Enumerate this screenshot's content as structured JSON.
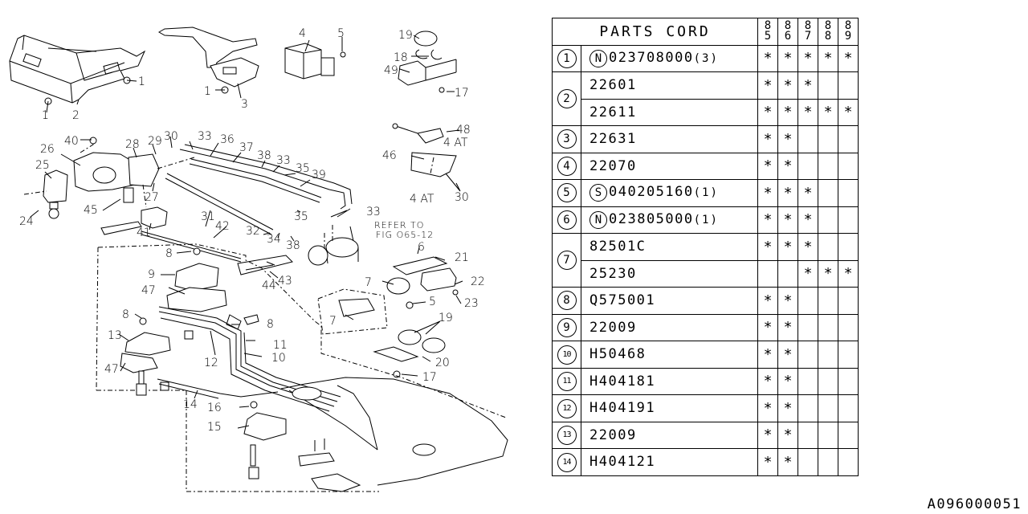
{
  "diagram": {
    "callouts": [
      "1",
      "1",
      "2",
      "1",
      "3",
      "4",
      "5",
      "19",
      "18",
      "49",
      "17",
      "48",
      "4 AT",
      "46",
      "4 AT",
      "30",
      "40",
      "26",
      "25",
      "24",
      "28",
      "29",
      "30",
      "33",
      "36",
      "37",
      "38",
      "33",
      "35",
      "39",
      "27",
      "45",
      "41",
      "31",
      "42",
      "32",
      "34",
      "38",
      "35",
      "33",
      "8",
      "9",
      "47",
      "8",
      "13",
      "47",
      "12",
      "11",
      "10",
      "14",
      "16",
      "15",
      "43",
      "44",
      "8",
      "6",
      "21",
      "7",
      "22",
      "5",
      "23",
      "7",
      "19",
      "20",
      "17"
    ],
    "refer_note_line1": "REFER TO",
    "refer_note_line2": "FIG O65-12"
  },
  "table": {
    "header": {
      "title": "PARTS CORD",
      "years": [
        [
          "8",
          "5"
        ],
        [
          "8",
          "6"
        ],
        [
          "8",
          "7"
        ],
        [
          "8",
          "8"
        ],
        [
          "8",
          "9"
        ]
      ]
    },
    "rows": [
      {
        "ref": "1",
        "prefix": "N",
        "code": "023708000",
        "qty": "(3)",
        "marks": [
          "*",
          "*",
          "*",
          "*",
          "*"
        ]
      },
      {
        "ref": "2",
        "prefix": "",
        "code": "22601",
        "qty": "",
        "marks": [
          "*",
          "*",
          "*",
          "",
          ""
        ]
      },
      {
        "ref": "",
        "prefix": "",
        "code": "22611",
        "qty": "",
        "marks": [
          "*",
          "*",
          "*",
          "*",
          "*"
        ]
      },
      {
        "ref": "3",
        "prefix": "",
        "code": "22631",
        "qty": "",
        "marks": [
          "*",
          "*",
          "",
          "",
          ""
        ]
      },
      {
        "ref": "4",
        "prefix": "",
        "code": "22070",
        "qty": "",
        "marks": [
          "*",
          "*",
          "",
          "",
          ""
        ]
      },
      {
        "ref": "5",
        "prefix": "S",
        "code": "040205160",
        "qty": "(1)",
        "marks": [
          "*",
          "*",
          "*",
          "",
          ""
        ]
      },
      {
        "ref": "6",
        "prefix": "N",
        "code": "023805000",
        "qty": "(1)",
        "marks": [
          "*",
          "*",
          "*",
          "",
          ""
        ]
      },
      {
        "ref": "7",
        "prefix": "",
        "code": "82501C",
        "qty": "",
        "marks": [
          "*",
          "*",
          "*",
          "",
          ""
        ]
      },
      {
        "ref": "",
        "prefix": "",
        "code": "25230",
        "qty": "",
        "marks": [
          "",
          "",
          "*",
          "*",
          "*"
        ]
      },
      {
        "ref": "8",
        "prefix": "",
        "code": "Q575001",
        "qty": "",
        "marks": [
          "*",
          "*",
          "",
          "",
          ""
        ]
      },
      {
        "ref": "9",
        "prefix": "",
        "code": "22009",
        "qty": "",
        "marks": [
          "*",
          "*",
          "",
          "",
          ""
        ]
      },
      {
        "ref": "10",
        "prefix": "",
        "code": "H50468",
        "qty": "",
        "marks": [
          "*",
          "*",
          "",
          "",
          ""
        ]
      },
      {
        "ref": "11",
        "prefix": "",
        "code": "H404181",
        "qty": "",
        "marks": [
          "*",
          "*",
          "",
          "",
          ""
        ]
      },
      {
        "ref": "12",
        "prefix": "",
        "code": "H404191",
        "qty": "",
        "marks": [
          "*",
          "*",
          "",
          "",
          ""
        ]
      },
      {
        "ref": "13",
        "prefix": "",
        "code": "22009",
        "qty": "",
        "marks": [
          "*",
          "*",
          "",
          "",
          ""
        ]
      },
      {
        "ref": "14",
        "prefix": "",
        "code": "H404121",
        "qty": "",
        "marks": [
          "*",
          "*",
          "",
          "",
          ""
        ]
      }
    ]
  },
  "figure_code": "A096000051"
}
